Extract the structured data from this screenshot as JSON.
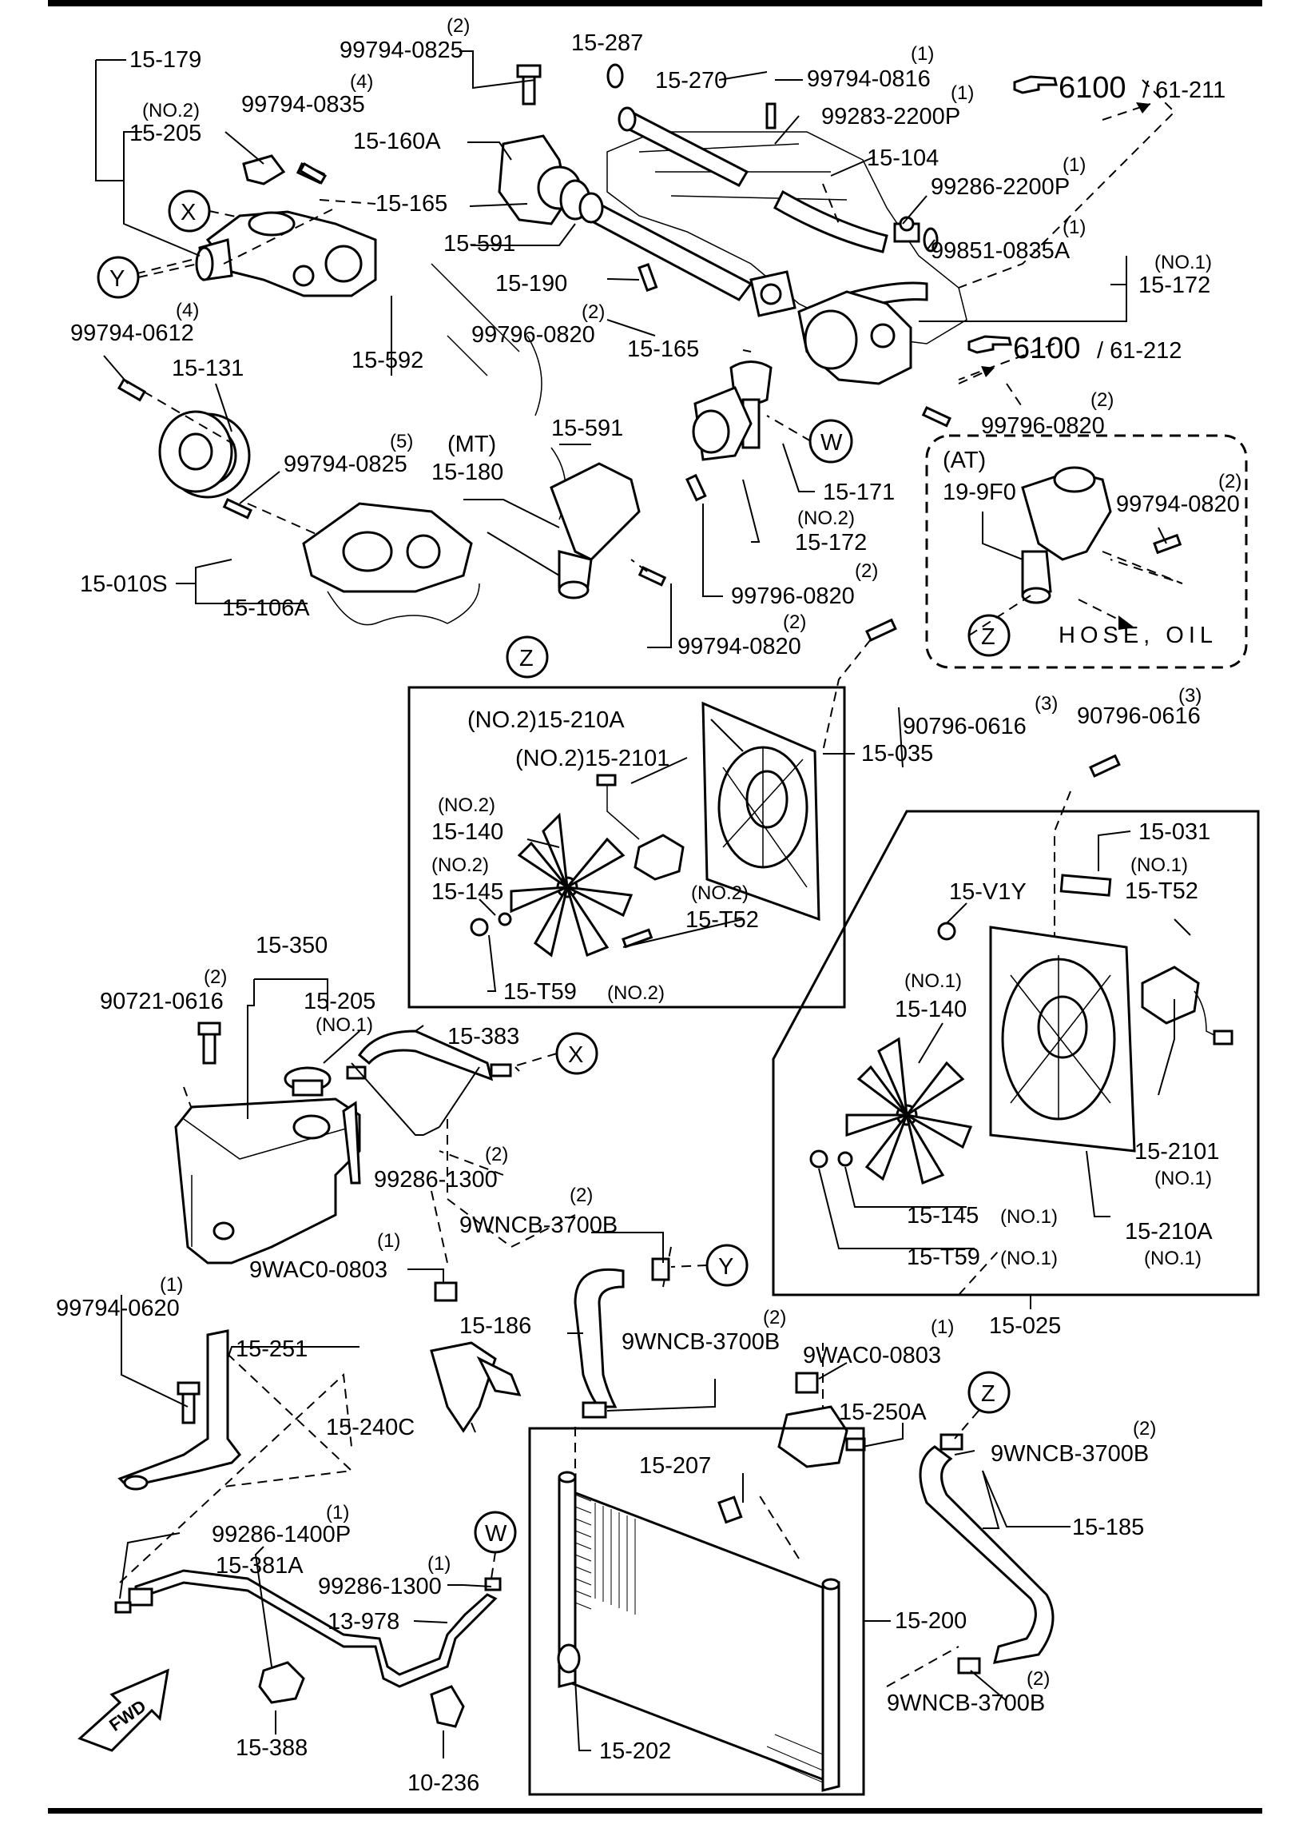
{
  "labels": {
    "l1": "15-179",
    "l2": "(NO.2)",
    "l3": "15-205",
    "l4": "(4)",
    "l5": "99794-0835",
    "l6": "(2)",
    "l7": "99794-0825",
    "l8": "15-160A",
    "l9": "15-165",
    "l10": "15-591",
    "l11": "15-287",
    "l12": "15-270",
    "l13": "(1)",
    "l14": "99794-0816",
    "l15": "(1)",
    "l16": "99283-2200P",
    "l17": "15-104",
    "l18": "(1)",
    "l19": "99286-2200P",
    "l20": "(1)",
    "l21": "99851-0835A",
    "l22": "(NO.1)",
    "l23": "15-172",
    "l24": "6100",
    "l25": "/ 61-211",
    "l26": "6100",
    "l27": "/ 61-212",
    "l28": "15-190",
    "l29": "(2)",
    "l30": "99796-0820",
    "l31": "15-165",
    "l32": "15-592",
    "l33": "(4)",
    "l34": "99794-0612",
    "l35": "15-131",
    "l36": "(5)",
    "l37": "99794-0825",
    "l38": "(MT)",
    "l39": "15-180",
    "l40": "15-591",
    "l41": "15-171",
    "l42": "(NO.2)",
    "l43": "15-172",
    "l44": "(2)",
    "l45": "99796-0820",
    "l46": "(2)",
    "l47": "99796-0820",
    "l48": "(2)",
    "l49": "99794-0820",
    "l50": "15-010S",
    "l51": "15-106A",
    "l52": "(AT)",
    "l53": "19-9F0",
    "l54": "(2)",
    "l55": "99794-0820",
    "l56": "HOSE, OIL",
    "l57": "(NO.2)15-210A",
    "l58": "(NO.2)15-2101",
    "l59": "15-035",
    "l60": "(NO.2)",
    "l61": "15-140",
    "l62": "(NO.2)",
    "l63": "15-145",
    "l64": "(NO.2)",
    "l65": "15-T52",
    "l66": "15-T59",
    "l67": "(NO.2)",
    "l68": "(3)",
    "l69": "90796-0616",
    "l70": "(3)",
    "l71": "90796-0616",
    "l72": "15-031",
    "l73": "15-V1Y",
    "l74": "(NO.1)",
    "l75": "15-T52",
    "l76": "(NO.1)",
    "l77": "15-140",
    "l78": "15-2101",
    "l79": "(NO.1)",
    "l80": "15-145",
    "l81": "(NO.1)",
    "l82": "15-210A",
    "l83": "15-T59",
    "l84": "(NO.1)",
    "l85": "(NO.1)",
    "l86": "15-025",
    "l87": "15-350",
    "l88": "(2)",
    "l89": "90721-0616",
    "l90": "15-205",
    "l91": "(NO.1)",
    "l92": "15-383",
    "l93": "(2)",
    "l94": "99286-1300",
    "l95": "(1)",
    "l96": "99794-0620",
    "l97": "(1)",
    "l98": "9WAC0-0803",
    "l99": "15-251",
    "l100": "15-240C",
    "l101": "(2)",
    "l102": "9WNCB-3700B",
    "l103": "15-186",
    "l104": "(2)",
    "l105": "9WNCB-3700B",
    "l106": "(1)",
    "l107": "9WAC0-0803",
    "l108": "15-250A",
    "l109": "(2)",
    "l110": "9WNCB-3700B",
    "l111": "15-185",
    "l112": "15-207",
    "l113": "15-200",
    "l114": "15-202",
    "l115": "(2)",
    "l116": "9WNCB-3700B",
    "l117": "(1)",
    "l118": "99286-1400P",
    "l119": "15-381A",
    "l120": "(1)",
    "l121": "99286-1300",
    "l122": "13-978",
    "l123": "15-388",
    "l124": "10-236",
    "l125": "FWD"
  },
  "callouts": {
    "x1": "X",
    "y1": "Y",
    "w1": "W",
    "z1": "Z",
    "z2": "Z",
    "x2": "X",
    "y2": "Y",
    "z3": "Z",
    "w2": "W"
  },
  "icons": {
    "ref_hand_1": "pointing-hand-icon",
    "ref_hand_2": "pointing-hand-icon",
    "fwd_arrow": "forward-arrow-icon"
  }
}
